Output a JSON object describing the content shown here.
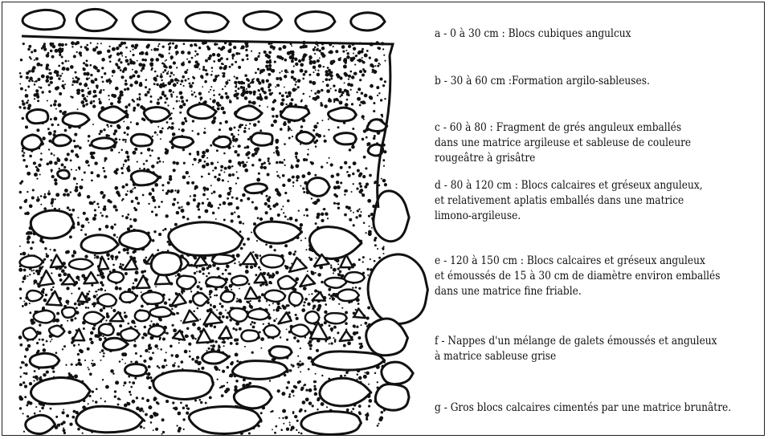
{
  "legend": {
    "a": [
      "a - 0 à 30 cm : Blocs cubiques angulcux"
    ],
    "b": [
      "b - 30 à 60 cm :Formation argilo-sableuses."
    ],
    "c": [
      "c - 60 à 80 : Fragment de grés anguleux emballés",
      "dans une matrice argileuse et sableuse de couleure",
      "rougeâtre à grisâtre"
    ],
    "d": [
      "d - 80 à 120 cm : Blocs calcaires et gréseux anguleux,",
      "et relativement aplatis emballés dans une matrice",
      "limono-argileuse."
    ],
    "e": [
      "e - 120 à 150 cm : Blocs calcaires et gréseux anguleux",
      "et émoussés de 15 à 30 cm de diamètre environ emballés",
      "dans une matrice fine friable."
    ],
    "f": [
      "f - Nappes d'un mélange de galets émoussés et anguleux",
      "à matrice sableuse grise"
    ],
    "g": [
      "g - Gros blocs calcaires cimentés par une matrice brunâtre."
    ]
  },
  "colors": {
    "ink": "#111111",
    "background": "#ffffff"
  }
}
